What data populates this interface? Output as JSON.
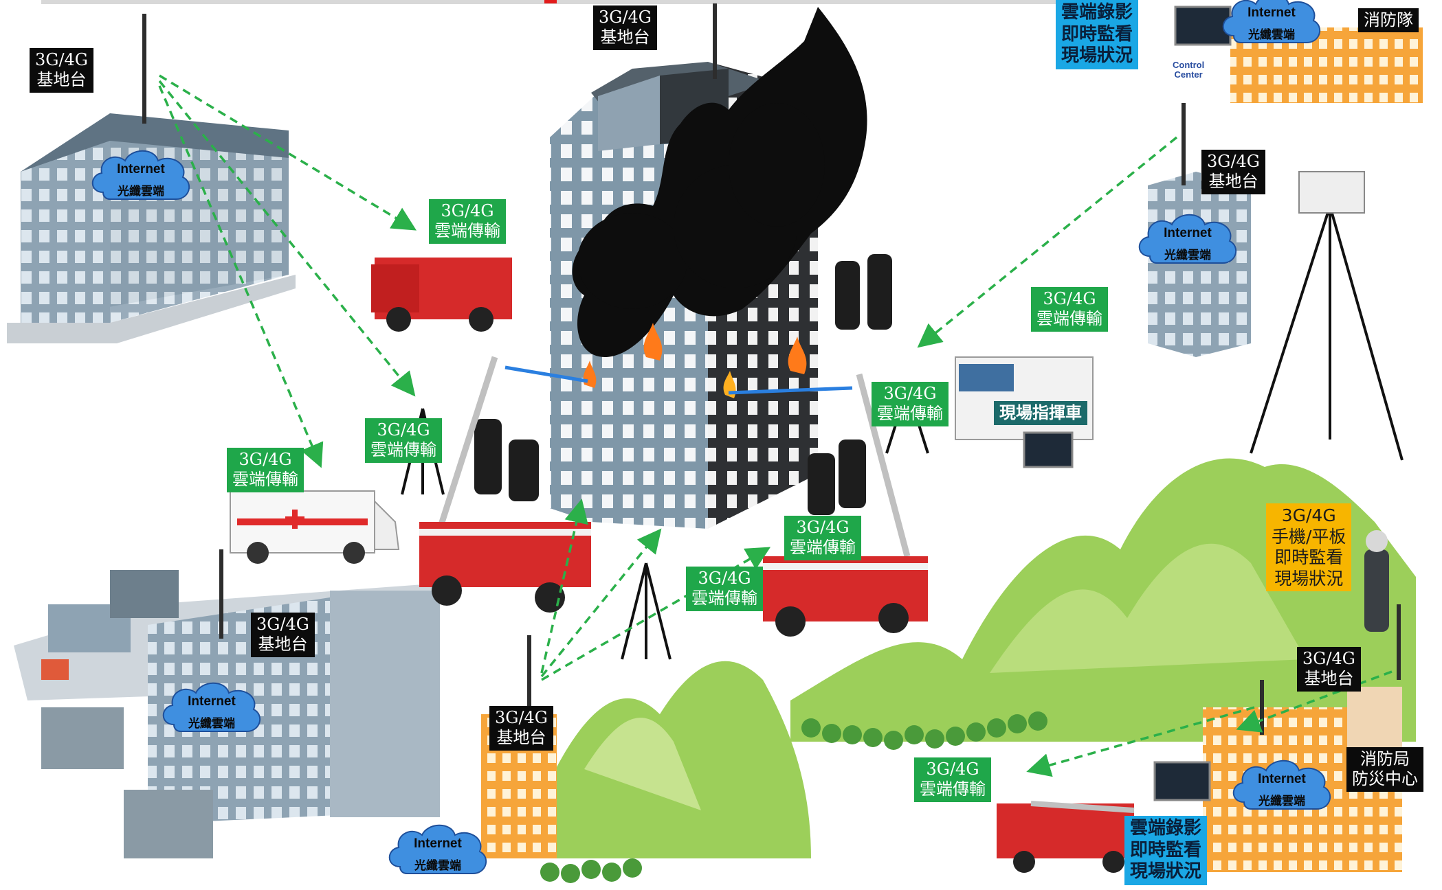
{
  "base_station_label": [
    "3G/4G",
    "基地台"
  ],
  "cloud_transmission_label": [
    "3G/4G",
    "雲端傳輸"
  ],
  "cloud": {
    "line1": "Internet",
    "line2": "光纖雲端"
  },
  "fire_brigade": "消防隊",
  "fire_bureau_center": [
    "消防局",
    "防災中心"
  ],
  "cloud_recording": [
    "雲端錄影",
    "即時監看",
    "現場狀況"
  ],
  "mobile_monitoring": [
    "3G/4G",
    "手機/平板",
    "即時監看",
    "現場狀況"
  ],
  "command_vehicle": "現場指揮車",
  "control_center": [
    "Control",
    "Center"
  ],
  "colors": {
    "black_label": "#0b0b0b",
    "green_label": "#1fa74a",
    "blue_label": "#1aa7e5",
    "orange_label": "#f7b500",
    "teal_label": "#1c6a6a",
    "arrow": "#2bb04a",
    "cloud": "#3f8fe0"
  }
}
